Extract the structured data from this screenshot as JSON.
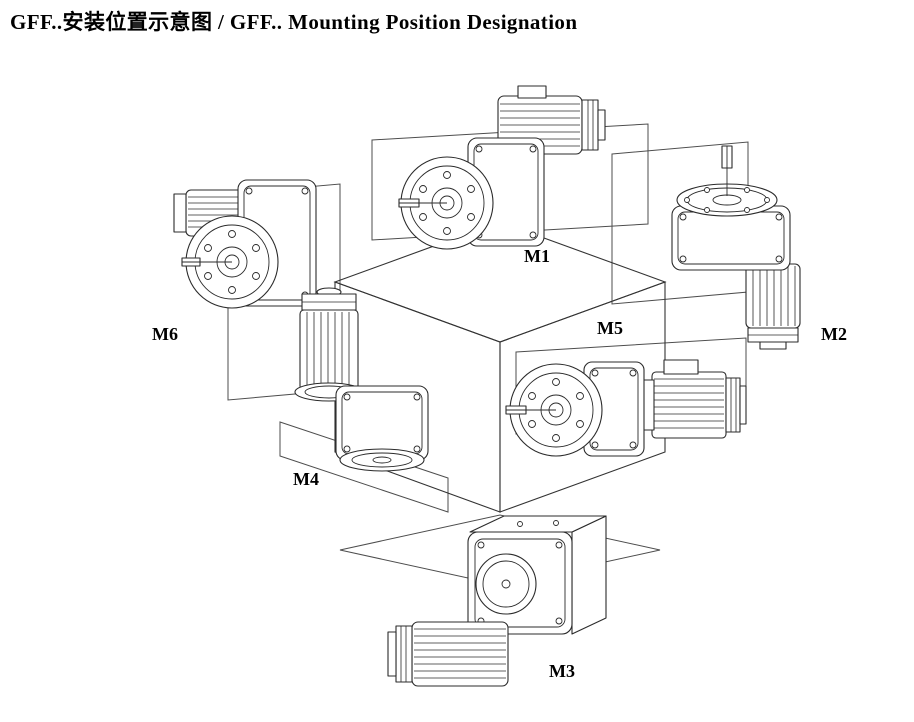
{
  "title": "GFF..安装位置示意图 / GFF.. Mounting Position Designation",
  "diagram": {
    "name": "GFF gearmotor mounting position designation diagram",
    "labels": {
      "m1": "M1",
      "m2": "M2",
      "m3": "M3",
      "m4": "M4",
      "m5": "M5",
      "m6": "M6"
    }
  }
}
